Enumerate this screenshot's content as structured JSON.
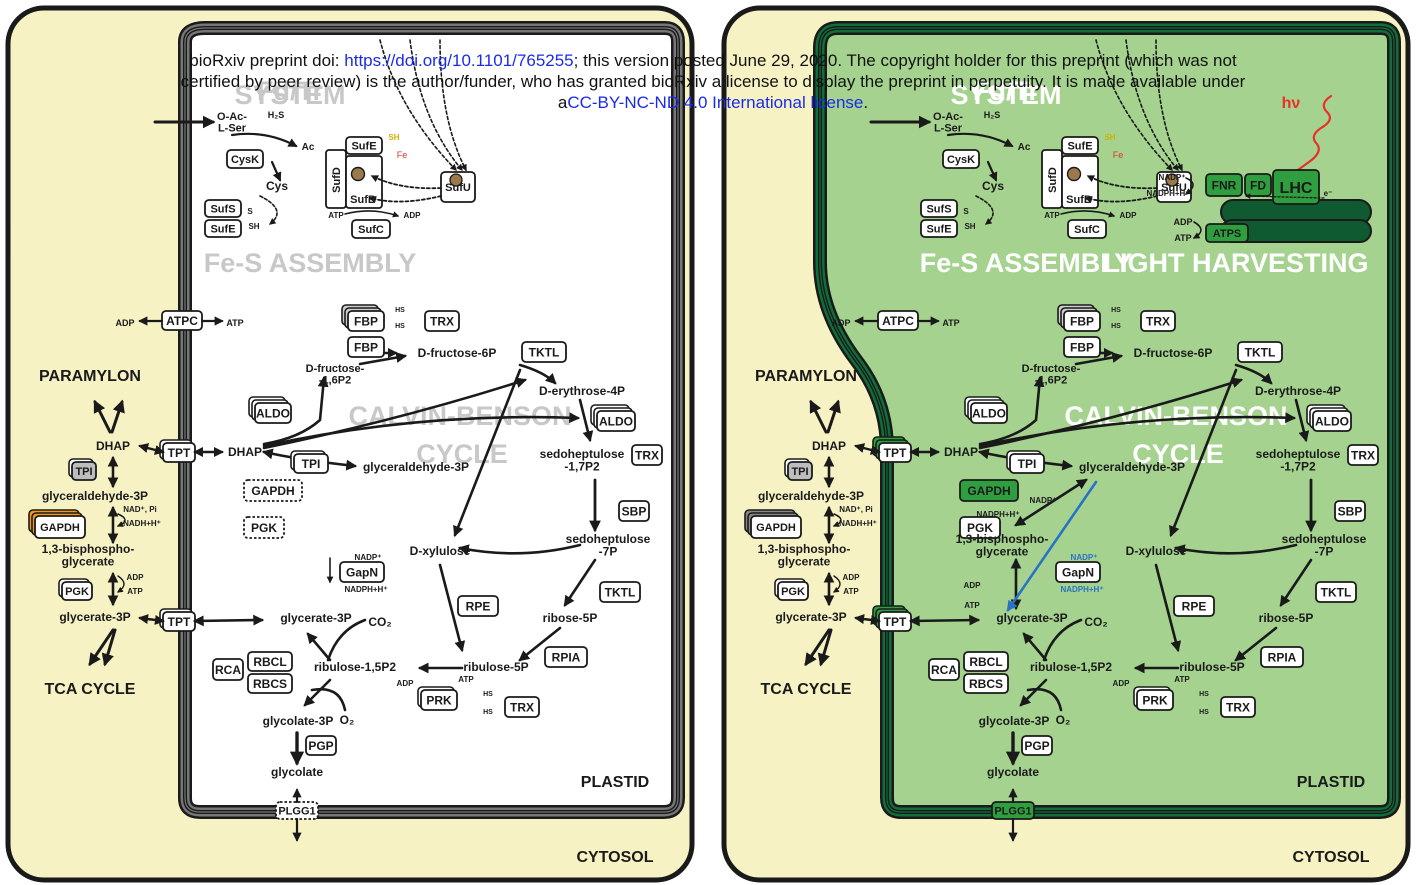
{
  "notice": {
    "line1_a": "bioRxiv preprint doi: ",
    "doi": "https://doi.org/10.1101/765255",
    "line1_b": "; this version posted June 29, 2020. The copyright holder for this preprint (which was not",
    "line2": "certified by peer review) is the author/funder, who has granted bioRxiv a license to display the preprint in perpetuity. It is made available under",
    "line3_a": "a",
    "license": "CC-BY-NC-ND 4.0 International license",
    "line3_b": "."
  },
  "colors": {
    "cytosol": "#f6f2c4",
    "plastid_light": "#ffffff",
    "plastid_dark": "#a5d38f",
    "membrane_light": "#777777",
    "membrane_dark": "#0f6e3a",
    "active_green": "#2f9e3f",
    "orange": "#f39a1d",
    "tpi_grey": "#bdbdbd",
    "blue_arrow": "#2a73c4",
    "red_light": "#e8302b"
  },
  "labels": {
    "cytosol": "CYTOSOL",
    "plastid": "PLASTID",
    "fe_s_assembly": "Fe-S ASSEMBLY",
    "light_harvesting": "LIGHT HARVESTING",
    "calvin1": "CALVIN-BENSON",
    "calvin2": "CYCLE",
    "fdtr1": "Fd/Tr",
    "fdtr2": "SYSTEM",
    "paramylon": "PARAMYLON",
    "tca": "TCA CYCLE",
    "hv": "hν"
  },
  "proteins": {
    "atpc": "ATPC",
    "tpt": "TPT",
    "tpi": "TPI",
    "gapdh": "GAPDH",
    "pgk": "PGK",
    "fbp": "FBP",
    "trx": "TRX",
    "tktl": "TKTL",
    "aldo": "ALDO",
    "sbp": "SBP",
    "gapn": "GapN",
    "rpe": "RPE",
    "rpia": "RPIA",
    "prk": "PRK",
    "rca": "RCA",
    "rbcl": "RBCL",
    "rbcs": "RBCS",
    "pgp": "PGP",
    "plgg1": "PLGG1",
    "cysk": "CysK",
    "sufs": "SufS",
    "sufe": "SufE",
    "sufd": "SufD",
    "sufb": "SufB",
    "sufc": "SufC",
    "sufu": "SufU",
    "fd": "FD",
    "fnr": "FNR",
    "lhc": "LHC",
    "atps": "ATPS"
  },
  "metabolites": {
    "oacser": "O-Ac-\nL-Ser",
    "h2s": "H₂S",
    "ac": "Ac",
    "cys": "Cys",
    "sh": "SH",
    "s": "S",
    "hs": "HS",
    "fe": "Fe",
    "adp": "ADP",
    "atp": "ATP",
    "dhap": "DHAP",
    "g3p_c": "glyceraldehyde-3P",
    "bpg_c": "1,3-bisphospho-\nglycerate",
    "gly3p": "glycerate-3P",
    "nadp_pi": "NAD⁺, Pi",
    "nadh_h": "NADH+H⁺",
    "nadp": "NADP⁺",
    "nadph": "NADPH+H⁺",
    "f6p": "D-fructose-6P",
    "fbp_m": "D-fructose-\n-1,6P2",
    "e4p": "D-erythrose-4P",
    "g3p": "glyceraldehyde-3P",
    "sbp_m": "sedoheptulose\n-1,7P2",
    "s7p": "sedoheptulose\n-7P",
    "xul": "D-xylulose",
    "r5p": "ribose-5P",
    "ru5p": "ribulose-5P",
    "rubp": "ribulose-1,5P2",
    "co2": "CO₂",
    "o2": "O₂",
    "glc3p": "glycolate-3P",
    "glycolate": "glycolate",
    "bpg_p": "1,3-bisphospho-\nglycerate",
    "e": "e⁻"
  }
}
